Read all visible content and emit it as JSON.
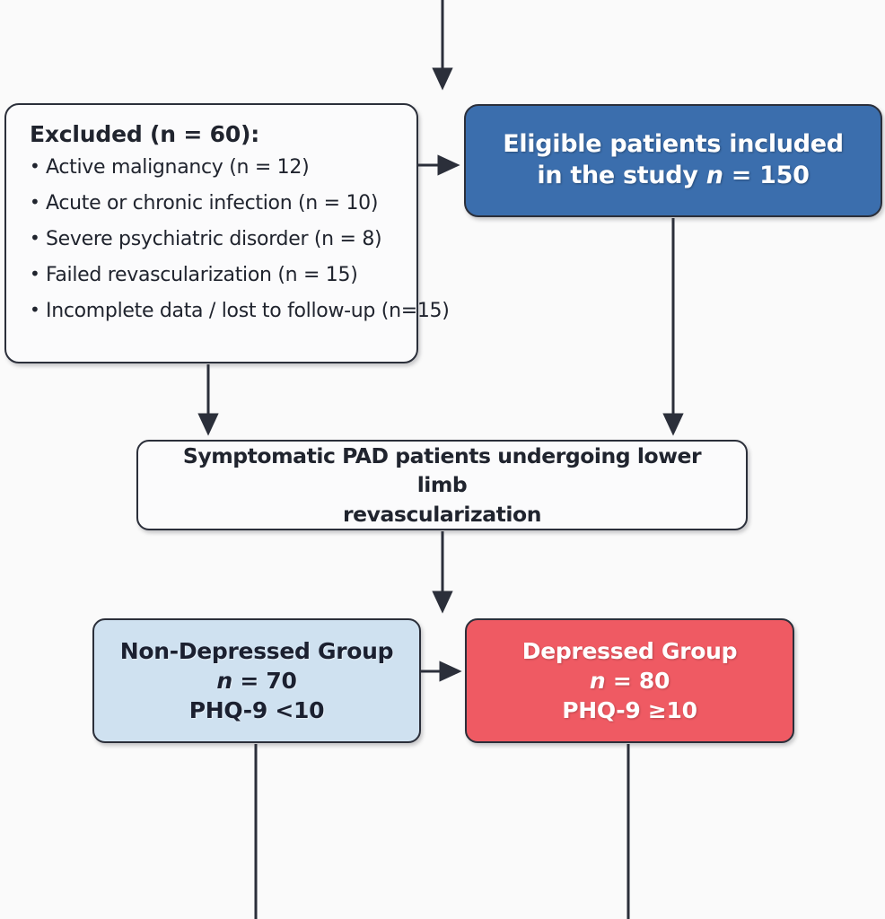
{
  "figure": {
    "type": "flowchart",
    "title": "PAD revascularization study participant flow",
    "background_color": "#fafafa"
  },
  "colors": {
    "stroke": "#2b2f3a",
    "eligible_fill": "#3b6ead",
    "eligible_text": "#ffffff",
    "nondepressed_fill": "#cfe1f0",
    "nondepressed_text": "#1b2030",
    "depressed_fill": "#ef5a63",
    "depressed_text": "#ffffff",
    "plain_fill": "#fbfbfc",
    "plain_text": "#20242e"
  },
  "nodes": {
    "excluded": {
      "title": "Excluded (n = 60):",
      "items": [
        "Active malignancy (n = 12)",
        "Acute or chronic infection (n = 10)",
        "Severe psychiatric disorder (n = 8)",
        "Failed revascularization (n = 15)",
        "Incomplete data / lost to follow-up (n=15)"
      ]
    },
    "eligible": {
      "line1": "Eligible patients included",
      "line2_prefix": "in the study ",
      "line2_italic": "n",
      "line2_suffix": " = 150"
    },
    "pad": {
      "line1": "Symptomatic PAD patients undergoing lower limb",
      "line2": "revascularization"
    },
    "nondepressed": {
      "line1": "Non-Depressed Group",
      "line2_italic": "n",
      "line2_suffix": " = 70",
      "line3": "PHQ-9 <10"
    },
    "depressed": {
      "line1": "Depressed Group",
      "line2_italic": "n",
      "line2_suffix": " = 80",
      "line3": "PHQ-9 ≥10"
    }
  },
  "edges": [
    {
      "name": "incoming-top-to-eligible",
      "from": "top-of-figure",
      "to": "eligible",
      "style": "arrow-down"
    },
    {
      "name": "excluded-to-eligible",
      "from": "excluded",
      "to": "eligible",
      "style": "arrow-right"
    },
    {
      "name": "excluded-to-pad",
      "from": "excluded",
      "to": "pad",
      "style": "arrow-down"
    },
    {
      "name": "eligible-to-pad",
      "from": "eligible",
      "to": "pad",
      "style": "arrow-down"
    },
    {
      "name": "pad-to-groups",
      "from": "pad",
      "to": "groups",
      "style": "arrow-down"
    },
    {
      "name": "nondepressed-to-depressed",
      "from": "nondepressed",
      "to": "depressed",
      "style": "arrow-right"
    },
    {
      "name": "nondepressed-continues-below",
      "from": "nondepressed",
      "to": "below-figure",
      "style": "line-down"
    },
    {
      "name": "depressed-continues-below",
      "from": "depressed",
      "to": "below-figure",
      "style": "line-down"
    }
  ]
}
